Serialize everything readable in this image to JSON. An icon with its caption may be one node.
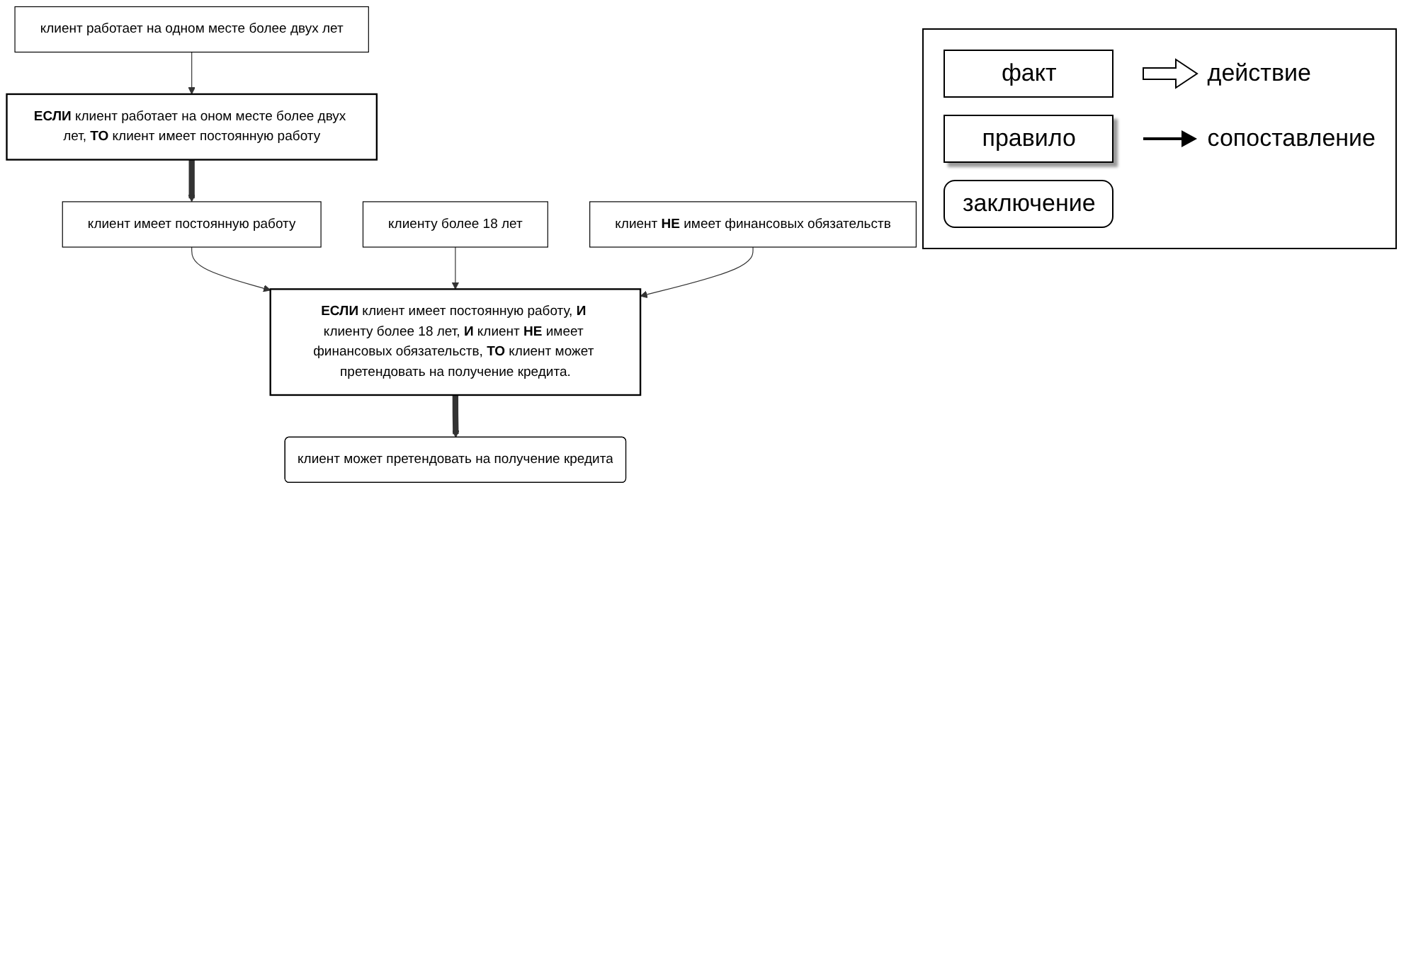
{
  "diagram": {
    "nodes": [
      {
        "text": [
          "клиент работает на одном месте более двух лет"
        ]
      },
      {
        "text": [
          "**ЕСЛИ** клиент работает на оном месте более двух лет, **ТО** клиент имеет постоянную работу"
        ]
      },
      {
        "text": [
          "клиент имеет постоянную работу"
        ]
      },
      {
        "text": [
          "клиенту более 18 лет"
        ]
      },
      {
        "text": [
          "клиент **НЕ** имеет финансовых обязательств"
        ]
      },
      {
        "text": [
          "**ЕСЛИ** клиент имеет постоянную работу, **И** клиенту более 18 лет, **И** клиент **НЕ** имеет финансовых обязательств, **ТО** клиент может претендовать на получение кредита."
        ]
      },
      {
        "text": [
          "клиент может претендовать на получение кредита"
        ]
      }
    ],
    "edges": [
      {
        "from": 0,
        "to": 1,
        "arrow": "to"
      },
      {
        "from": 1,
        "to": 2,
        "arrow": "to",
        "style": "thick"
      },
      {
        "from": 2,
        "to": 5,
        "arrow": "to"
      },
      {
        "from": 3,
        "to": 5,
        "arrow": "to"
      },
      {
        "from": 4,
        "to": 5,
        "arrow": "to"
      },
      {
        "from": 5,
        "to": 6,
        "arrow": "to",
        "style": "thick"
      }
    ],
    "legend": [
      {
        "text": "факт"
      },
      {
        "text": "правило"
      },
      {
        "text": "заключение"
      },
      {
        "text": "действие"
      },
      {
        "text": "сопоставление"
      }
    ]
  }
}
